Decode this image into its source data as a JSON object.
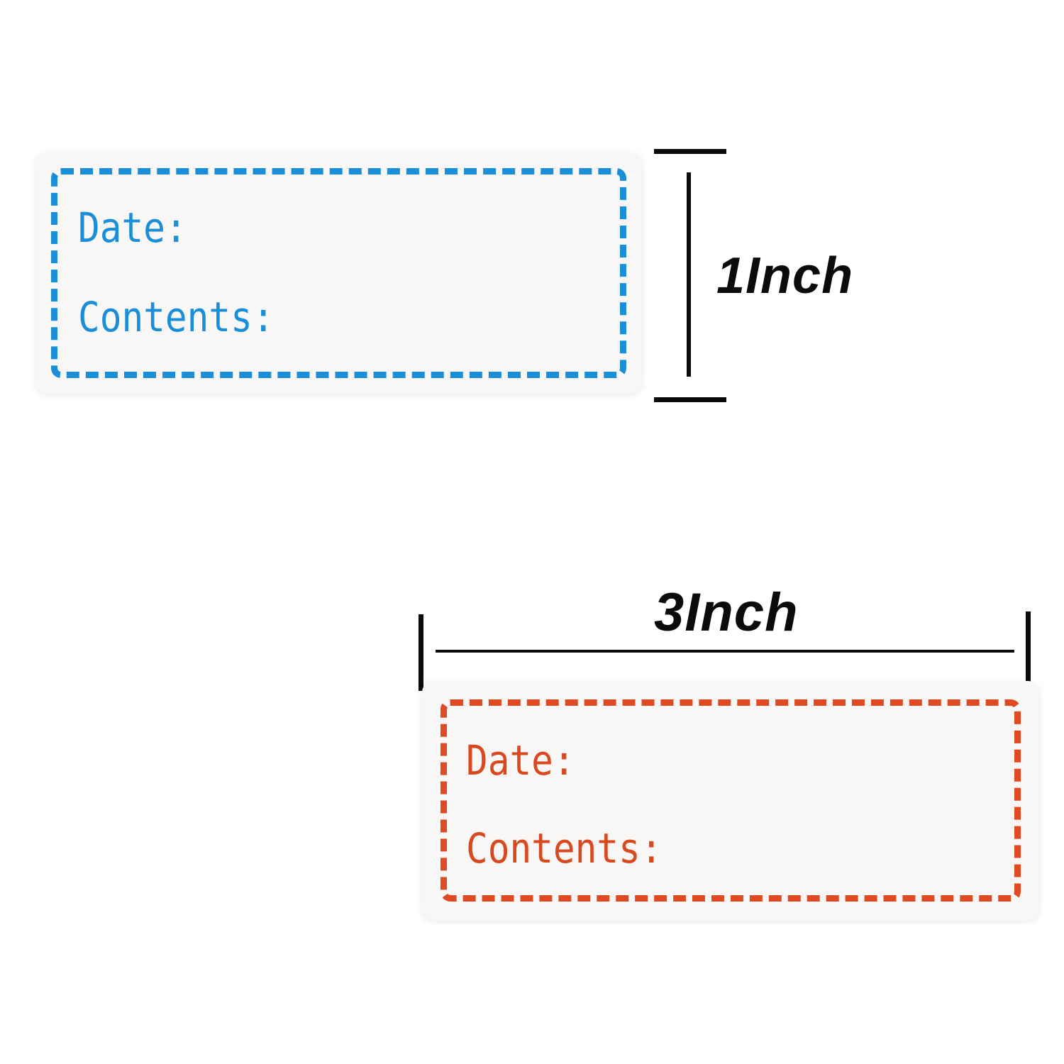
{
  "page": {
    "background_color": "#ffffff",
    "description": "Product photo of two blank write-on label stickers with size callouts"
  },
  "labels": [
    {
      "id": "blue",
      "border_color": "#1a8ed8",
      "text_color": "#1a8ed8",
      "card_color": "#f8f7f5",
      "border_style": "dashed",
      "fields": {
        "date": "Date:",
        "contents": "Contents:"
      }
    },
    {
      "id": "red",
      "border_color": "#e04a22",
      "text_color": "#d8491f",
      "card_color": "#f8f7f5",
      "border_style": "dashed",
      "fields": {
        "date": "Date:",
        "contents": "Contents:"
      }
    }
  ],
  "dimensions": {
    "height": {
      "value": "1Inch",
      "orientation": "vertical",
      "color": "#0b0b0b"
    },
    "width": {
      "value": "3Inch",
      "orientation": "horizontal",
      "color": "#0b0b0b"
    }
  }
}
